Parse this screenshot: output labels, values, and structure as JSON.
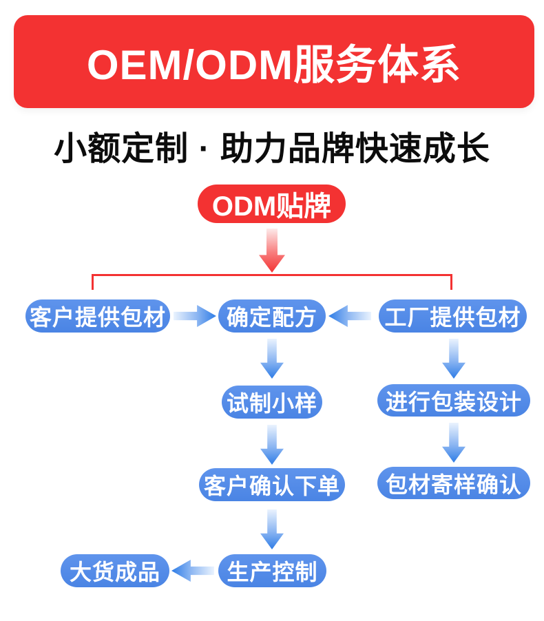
{
  "banner": {
    "title": "OEM/ODM服务体系"
  },
  "subtitle": "小额定制 · 助力品牌快速成长",
  "badge": {
    "label": "ODM贴牌"
  },
  "nodes": {
    "customer_materials": "客户提供包材",
    "confirm_formula": "确定配方",
    "factory_materials": "工厂提供包材",
    "trial_sample": "试制小样",
    "packaging_design": "进行包装设计",
    "customer_order": "客户确认下单",
    "material_sample_confirm": "包材寄样确认",
    "production_control": "生产控制",
    "bulk_product": "大货成品"
  },
  "colors": {
    "red": "#f33232",
    "red_arrow_light": "#fdeaea",
    "blue_box_top": "#5f94ec",
    "blue_box_bottom": "#4a84e4",
    "blue_arrow_dark": "#2e7ce6",
    "blue_arrow_light": "#eaf3fe",
    "white": "#ffffff",
    "subtitle_color": "#0c0c0c",
    "background": "#ffffff"
  }
}
